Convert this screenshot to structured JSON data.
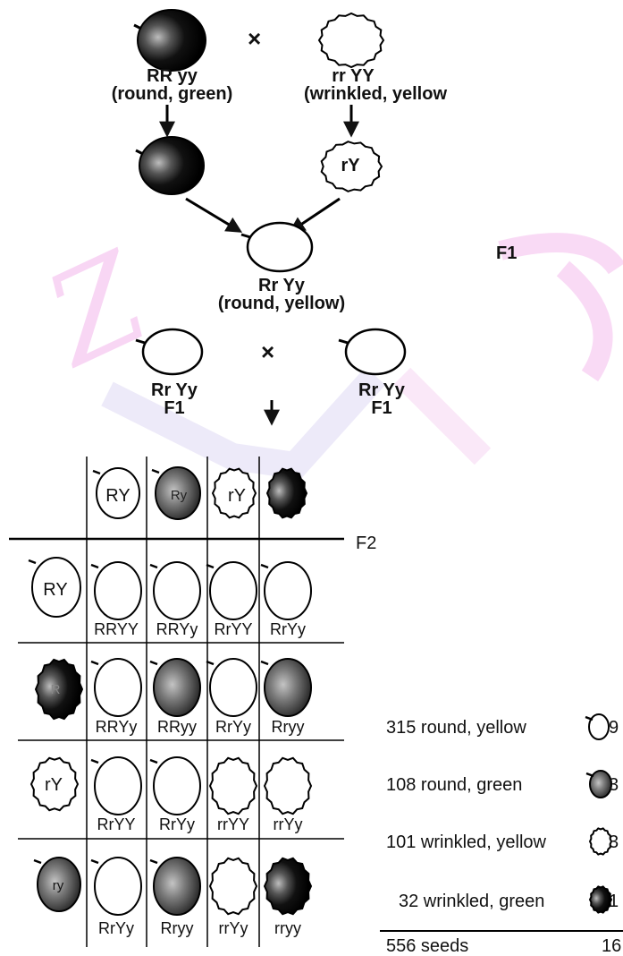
{
  "top": {
    "cross1": "×",
    "parent1": {
      "genotype": "RR yy",
      "phenotype": "(round, green)"
    },
    "parent2": {
      "genotype": "rr YY",
      "phenotype": "(wrinkled, yellow"
    },
    "gamete2": "rY",
    "f1_label": "F1",
    "f1": {
      "genotype": "Rr Yy",
      "phenotype": "(round, yellow)"
    },
    "cross2": "×",
    "f1_left": {
      "genotype": "Rr Yy",
      "gen": "F1"
    },
    "f1_right": {
      "genotype": "Rr Yy",
      "gen": "F1"
    }
  },
  "punnett": {
    "label": "F2",
    "col_gametes": [
      "RY",
      "Ry",
      "rY",
      ""
    ],
    "row_gametes": [
      "RY",
      "R",
      "rY",
      "ry"
    ],
    "cells": [
      [
        "RRYY",
        "RRYy",
        "RrYY",
        "RrYy"
      ],
      [
        "RRYy",
        "RRyy",
        "RrYy",
        "Rryy"
      ],
      [
        "RrYY",
        "RrYy",
        "rrYY",
        "rrYy"
      ],
      [
        "RrYy",
        "Rryy",
        "rrYy",
        "rryy"
      ]
    ]
  },
  "results": {
    "rows": [
      {
        "label": "315 round, yellow",
        "ratio": "9"
      },
      {
        "label": "108 round, green",
        "ratio": "3"
      },
      {
        "label": "101 wrinkled, yellow",
        "ratio": "3"
      },
      {
        "label": "32 wrinkled, green",
        "ratio": "1"
      }
    ],
    "total_label": "556 seeds",
    "total_ratio": "16"
  },
  "watermark": "Z"
}
